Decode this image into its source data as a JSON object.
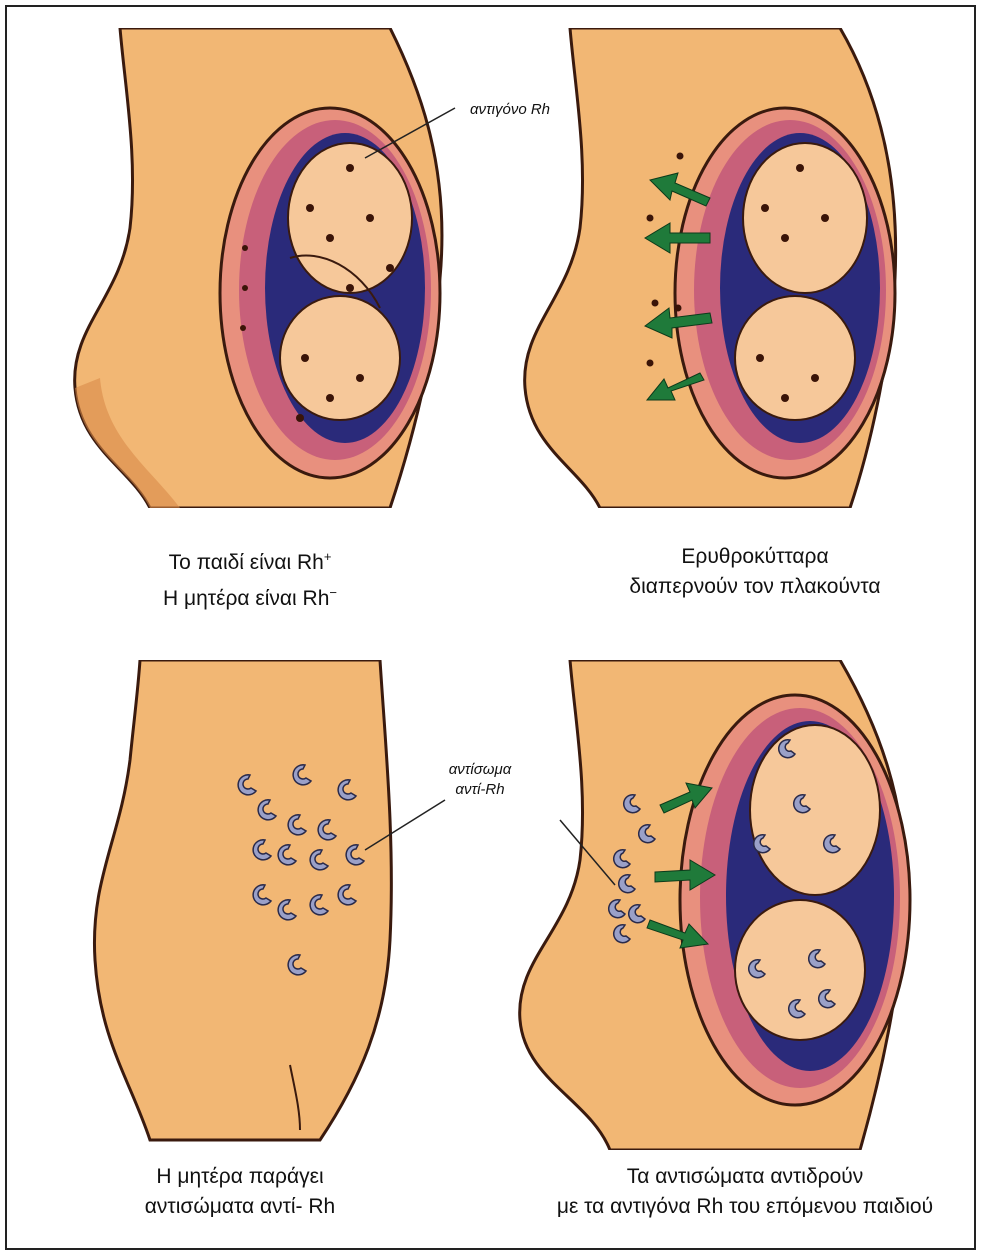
{
  "panels": {
    "top_left": {
      "caption_line1": "Το παιδί είναι Rh",
      "caption_line1_sup": "+",
      "caption_line2": "Η μητέρα είναι Rh",
      "caption_line2_sup": "−",
      "callout": "αντιγόνο Rh"
    },
    "top_right": {
      "caption_line1": "Ερυθροκύτταρα",
      "caption_line2": "διαπερνούν τον πλακούντα"
    },
    "bottom_left": {
      "caption_line1": "Η μητέρα παράγει",
      "caption_line2": "αντισώματα αντί- Rh",
      "callout_line1": "αντίσωμα",
      "callout_line2": "αντί-Rh"
    },
    "bottom_right": {
      "caption_line1": "Τα αντισώματα αντιδρούν",
      "caption_line2": "με τα αντιγόνα Rh του επόμενου παιδιού"
    }
  },
  "colors": {
    "skin": "#f2b774",
    "skin_shadow": "#d98a4a",
    "outline": "#3a1a0e",
    "uterus_wall": "#e8907e",
    "uterus_inner": "#c8607a",
    "amniotic": "#2a2a7a",
    "baby": "#f6c89a",
    "antigen_dot": "#3a1408",
    "arrow": "#1f7a3a",
    "antibody": "#9aa0c8"
  }
}
